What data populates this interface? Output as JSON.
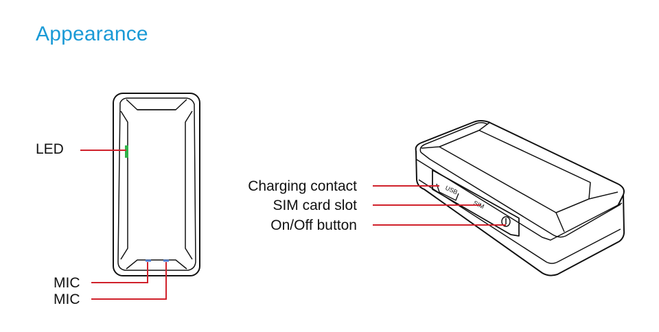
{
  "title": "Appearance",
  "labels": {
    "led": "LED",
    "mic_1": "MIC",
    "mic_2": "MIC",
    "charging_contact": "Charging contact",
    "sim_card_slot": "SIM card slot",
    "on_off_button": "On/Off button"
  },
  "device_markings": {
    "usb": "USB",
    "sim": "SIM"
  },
  "colors": {
    "title": "#1a9ad6",
    "leader_line": "#d0202a",
    "led": "#2fb24a",
    "mic": "#4a7bd1",
    "outline": "#111111"
  }
}
